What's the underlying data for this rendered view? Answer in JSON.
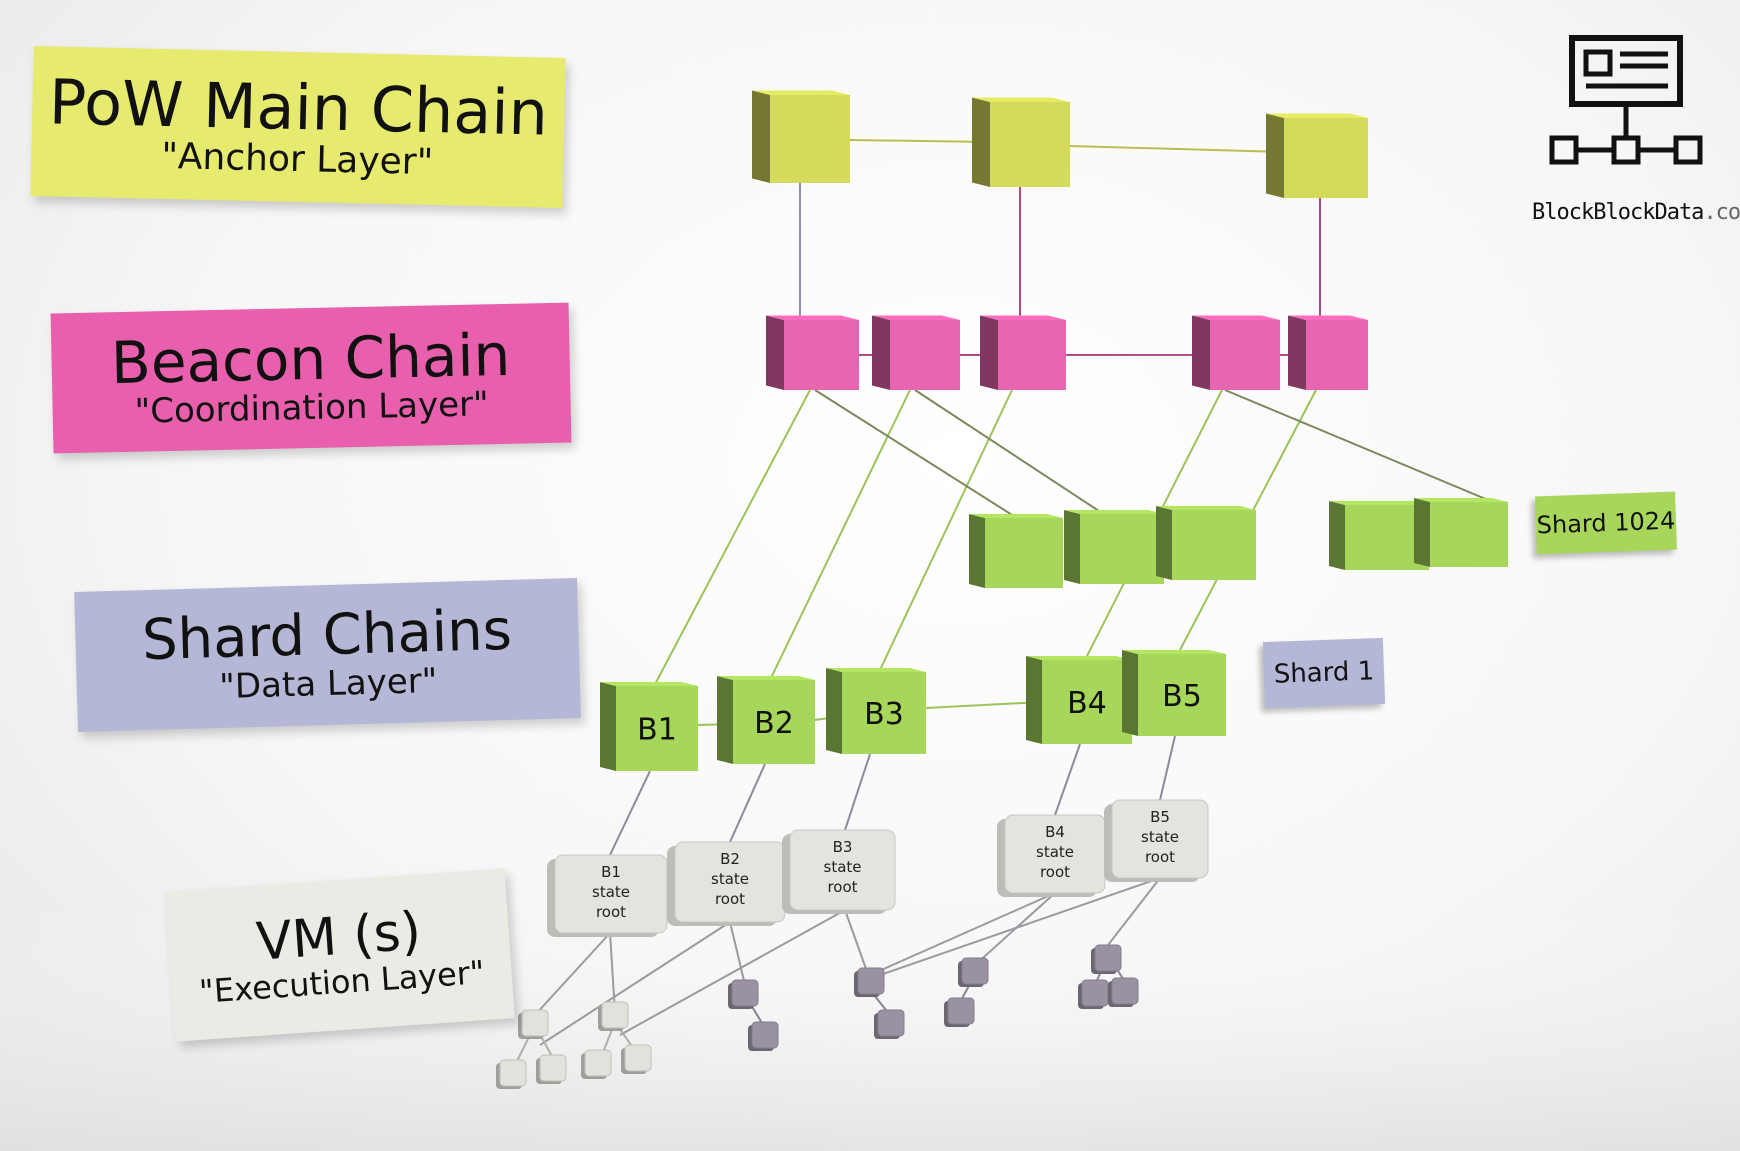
{
  "layers": {
    "pow": {
      "title": "PoW Main Chain",
      "subtitle": "\"Anchor Layer\"",
      "color": "#e6ea6e"
    },
    "beacon": {
      "title": "Beacon Chain",
      "subtitle": "\"Coordination Layer\"",
      "color": "#e85fad"
    },
    "shard": {
      "title": "Shard Chains",
      "subtitle": "\"Data Layer\"",
      "color": "#b4b8d6"
    },
    "vm": {
      "title": "VM (s)",
      "subtitle": "\"Execution Layer\"",
      "color": "#ebebe5"
    }
  },
  "shard_tags": {
    "shard1": "Shard 1",
    "shard1024": "Shard 1024"
  },
  "shard_blocks": [
    "B1",
    "B2",
    "B3",
    "B4",
    "B5"
  ],
  "state_roots": [
    {
      "block": "B1",
      "line2": "state",
      "line3": "root"
    },
    {
      "block": "B2",
      "line2": "state",
      "line3": "root"
    },
    {
      "block": "B3",
      "line2": "state",
      "line3": "root"
    },
    {
      "block": "B4",
      "line2": "state",
      "line3": "root"
    },
    {
      "block": "B5",
      "line2": "state",
      "line3": "root"
    }
  ],
  "logo": {
    "name": "BlockBlockData",
    "tld": ".com"
  },
  "colors": {
    "pow_cube": "#d4da5c",
    "beacon_cube": "#e865b0",
    "shard_cube": "#a6d65a",
    "vm_node_light": "#e2e2dc",
    "vm_node_dark": "#9a92a2"
  }
}
